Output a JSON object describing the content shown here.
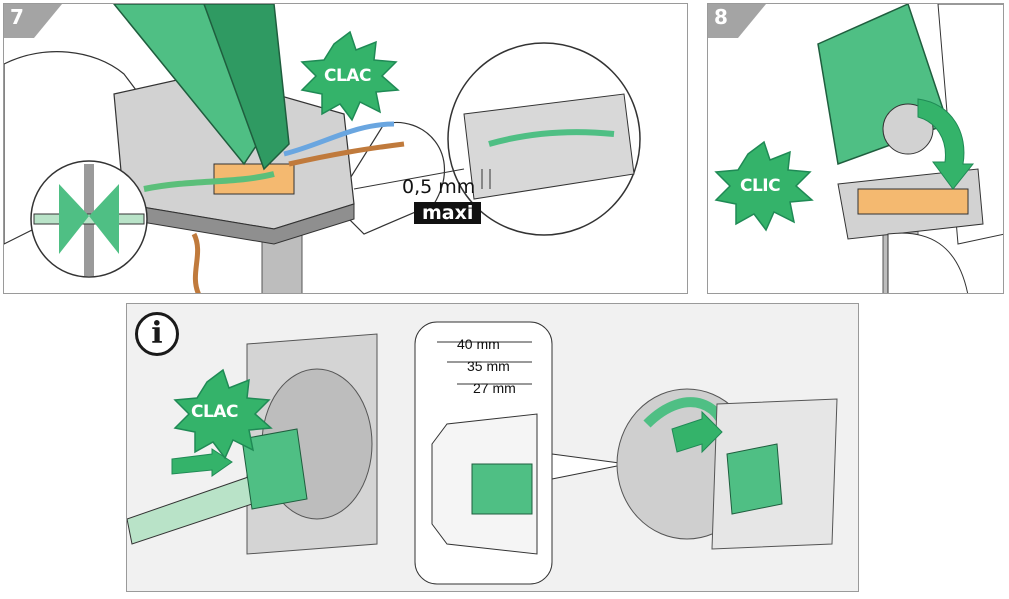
{
  "steps": {
    "step7": {
      "number": "7"
    },
    "step8": {
      "number": "8"
    }
  },
  "labels": {
    "clac_top": "CLAC",
    "clic": "CLIC",
    "clac_info": "CLAC",
    "gap_value": "0,5 mm",
    "gap_limit": "maxi"
  },
  "info_panel": {
    "icon": "info-icon",
    "dimensions": [
      "40 mm",
      "35 mm",
      "27 mm"
    ]
  },
  "colors": {
    "accent_green": "#4fbf84",
    "dark_green": "#1f8a55",
    "light_green": "#b9e3c8",
    "grey_body": "#c9c9c9",
    "badge_grey": "#a4a4a4"
  }
}
